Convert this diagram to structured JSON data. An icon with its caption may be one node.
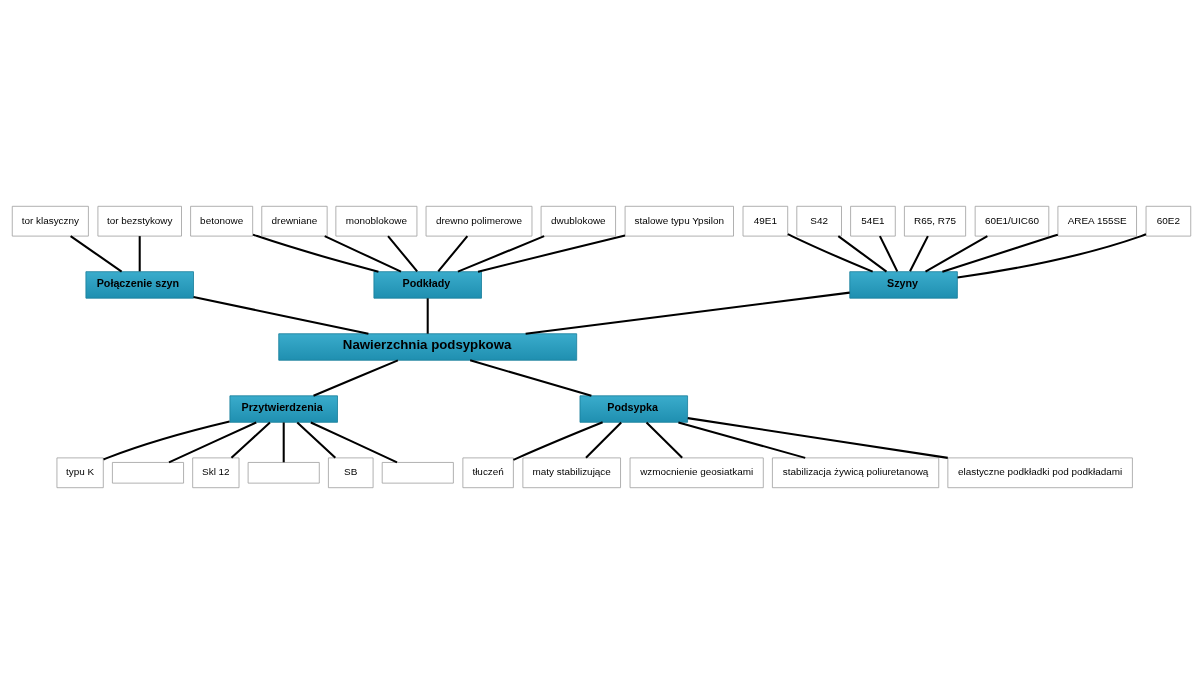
{
  "diagram": {
    "nodes": [
      {
        "text": [
          "Szyny"
        ]
      },
      {
        "text": [
          "49E1"
        ]
      },
      {
        "text": [
          "S42"
        ]
      },
      {
        "text": [
          "54E1"
        ]
      },
      {
        "text": [
          "R65, R75"
        ]
      },
      {
        "text": [
          "60E1/UIC60"
        ]
      },
      {
        "text": [
          "AREA 155SE"
        ]
      },
      {
        "text": [
          "60E2"
        ]
      },
      {
        "text": [
          "Połączenie szyn"
        ]
      },
      {
        "text": [
          "tor klasyczny"
        ]
      },
      {
        "text": [
          "tor bezstykowy"
        ]
      },
      {
        "text": [
          "Podkłady"
        ]
      },
      {
        "text": [
          "betonowe"
        ]
      },
      {
        "text": [
          "drewniane"
        ]
      },
      {
        "text": [
          "monoblokowe"
        ]
      },
      {
        "text": [
          "drewno polimerowe"
        ]
      },
      {
        "text": [
          "dwublokowe"
        ]
      },
      {
        "text": [
          "stalowe typu Ypsilon"
        ]
      },
      {
        "text": [
          "Nawierzchnia podsypkowa"
        ]
      },
      {
        "text": [
          "typu K"
        ]
      },
      {
        "text": [],
        "shape": "box"
      },
      {
        "text": [
          "Skl 12"
        ]
      },
      {
        "text": [],
        "shape": "box"
      },
      {
        "text": [
          "SB"
        ]
      },
      {
        "text": [],
        "shape": "box"
      },
      {
        "text": [
          "Przytwierdzenia"
        ]
      },
      {
        "text": [
          "tłuczeń"
        ]
      },
      {
        "text": [
          "maty stabilizujące"
        ]
      },
      {
        "text": [
          "wzmocnienie geosiatkami"
        ]
      },
      {
        "text": [
          "stabilizacja żywicą poliuretanową"
        ]
      },
      {
        "text": [
          "elastyczne podkładki pod podkładami"
        ]
      },
      {
        "text": [
          "Podsypka"
        ]
      }
    ],
    "edges": [
      {
        "from": 1,
        "to": 0,
        "arrow": "none"
      },
      {
        "from": 2,
        "to": 0,
        "arrow": "none"
      },
      {
        "from": 3,
        "to": 0,
        "arrow": "none"
      },
      {
        "from": 4,
        "to": 0,
        "arrow": "none"
      },
      {
        "from": 5,
        "to": 0,
        "arrow": "none"
      },
      {
        "from": 6,
        "to": 0,
        "arrow": "none"
      },
      {
        "from": 7,
        "to": 0,
        "arrow": "none"
      },
      {
        "from": 0,
        "to": 18,
        "arrow": "none"
      },
      {
        "from": 9,
        "to": 8,
        "arrow": "none"
      },
      {
        "from": 10,
        "to": 8,
        "arrow": "none"
      },
      {
        "from": 8,
        "to": 18,
        "arrow": "none"
      },
      {
        "from": 12,
        "to": 11,
        "arrow": "none"
      },
      {
        "from": 13,
        "to": 11,
        "arrow": "none"
      },
      {
        "from": 14,
        "to": 11,
        "arrow": "none"
      },
      {
        "from": 15,
        "to": 11,
        "arrow": "none"
      },
      {
        "from": 16,
        "to": 11,
        "arrow": "none"
      },
      {
        "from": 17,
        "to": 11,
        "arrow": "none"
      },
      {
        "from": 11,
        "to": 18,
        "arrow": "none"
      },
      {
        "from": 18,
        "to": 25,
        "arrow": "none"
      },
      {
        "from": 25,
        "to": 19,
        "arrow": "none"
      },
      {
        "from": 25,
        "to": 20,
        "arrow": "none"
      },
      {
        "from": 25,
        "to": 21,
        "arrow": "none"
      },
      {
        "from": 25,
        "to": 22,
        "arrow": "none"
      },
      {
        "from": 25,
        "to": 23,
        "arrow": "none"
      },
      {
        "from": 25,
        "to": 24,
        "arrow": "none"
      },
      {
        "from": 18,
        "to": 31,
        "arrow": "none"
      },
      {
        "from": 31,
        "to": 26,
        "arrow": "none"
      },
      {
        "from": 31,
        "to": 27,
        "arrow": "none"
      },
      {
        "from": 31,
        "to": 28,
        "arrow": "none"
      },
      {
        "from": 31,
        "to": 29,
        "arrow": "none"
      },
      {
        "from": 31,
        "to": 30,
        "arrow": "none"
      }
    ]
  }
}
